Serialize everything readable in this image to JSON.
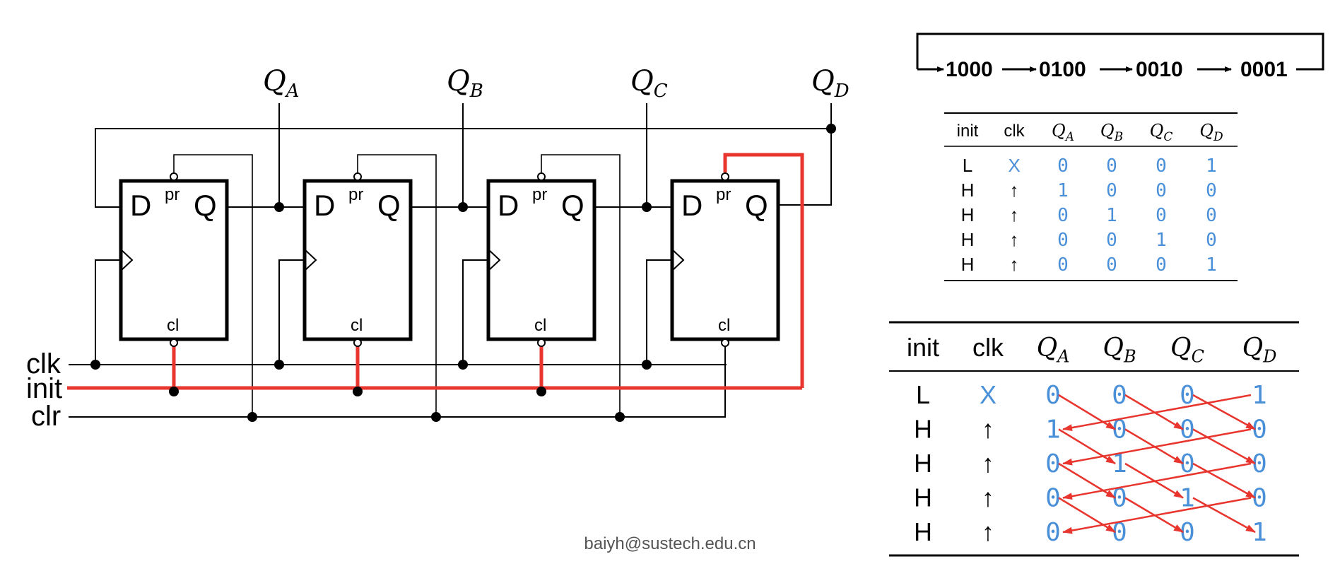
{
  "circuit": {
    "output_labels": [
      {
        "base": "Q",
        "sub": "A"
      },
      {
        "base": "Q",
        "sub": "B"
      },
      {
        "base": "Q",
        "sub": "C"
      },
      {
        "base": "Q",
        "sub": "D"
      }
    ],
    "flipflop": {
      "d": "D",
      "q": "Q",
      "pr": "pr",
      "cl": "cl"
    },
    "inputs": {
      "clk": "clk",
      "init": "init",
      "clr": "clr"
    }
  },
  "sequence": [
    "1000",
    "0100",
    "0010",
    "0001"
  ],
  "table_small": {
    "headers": [
      "init",
      "clk",
      "QA",
      "QB",
      "QC",
      "QD"
    ],
    "rows": [
      [
        "L",
        "X",
        "0",
        "0",
        "0",
        "1"
      ],
      [
        "H",
        "↑",
        "1",
        "0",
        "0",
        "0"
      ],
      [
        "H",
        "↑",
        "0",
        "1",
        "0",
        "0"
      ],
      [
        "H",
        "↑",
        "0",
        "0",
        "1",
        "0"
      ],
      [
        "H",
        "↑",
        "0",
        "0",
        "0",
        "1"
      ]
    ]
  },
  "table_large": {
    "headers": [
      "init",
      "clk",
      "QA",
      "QB",
      "QC",
      "QD"
    ],
    "rows": [
      [
        "L",
        "X",
        "0",
        "0",
        "0",
        "1"
      ],
      [
        "H",
        "↑",
        "1",
        "0",
        "0",
        "0"
      ],
      [
        "H",
        "↑",
        "0",
        "1",
        "0",
        "0"
      ],
      [
        "H",
        "↑",
        "0",
        "0",
        "1",
        "0"
      ],
      [
        "H",
        "↑",
        "0",
        "0",
        "0",
        "1"
      ]
    ]
  },
  "colors": {
    "wire": "#000000",
    "highlight": "#e8352e",
    "value_blue": "#4a90d9",
    "arrow": "#e8352e"
  },
  "footer": "baiyh@sustech.edu.cn"
}
